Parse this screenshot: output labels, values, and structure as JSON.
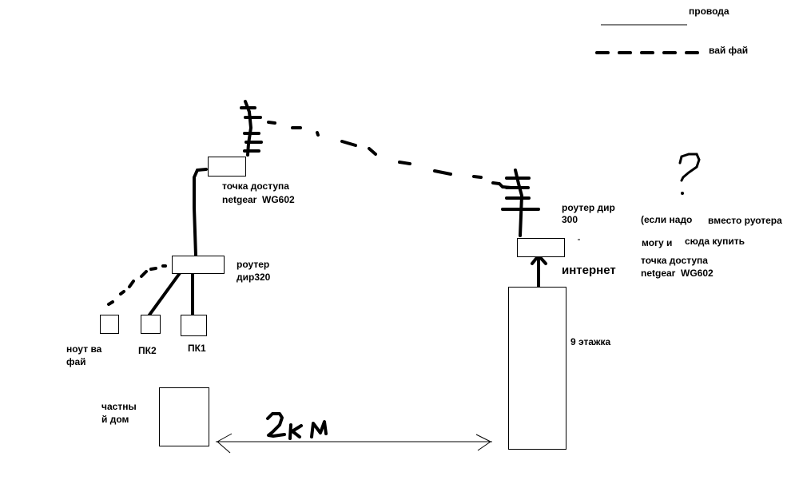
{
  "legend": {
    "wired_label": "провода",
    "wifi_label": "вай фай"
  },
  "left_site": {
    "access_point": {
      "line1": "точка доступа",
      "line2": "netgear  WG602"
    },
    "router": {
      "line1": "роутер",
      "line2": "дир320"
    },
    "clients": [
      {
        "label_line1": "ноут ва",
        "label_line2": "фай",
        "connection": "wifi"
      },
      {
        "label_line1": "ПК2",
        "label_line2": "",
        "connection": "wired"
      },
      {
        "label_line1": "ПК1",
        "label_line2": "",
        "connection": "wired"
      }
    ],
    "building": {
      "line1": "частны",
      "line2": "й дом"
    }
  },
  "right_site": {
    "router": {
      "line1": "роутер дир",
      "line2": "300"
    },
    "internet_label": "интернет",
    "building_label": "9 этажка",
    "note": {
      "line1a": "(если надо",
      "line1b": "вместо руотера",
      "line2a": "могу и",
      "line2b": "сюда купить",
      "line3": "точка доступа",
      "line4": "netgear  WG602"
    },
    "question_mark": "?"
  },
  "distance_label": "2км"
}
